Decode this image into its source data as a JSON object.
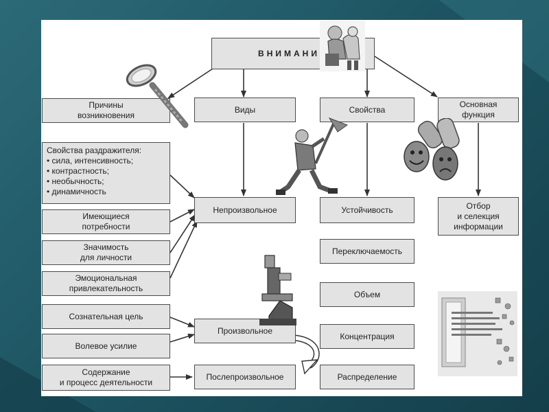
{
  "title": "ВНИМАНИЕ",
  "categories": {
    "causes": "Причины\nвозникновения",
    "types": "Виды",
    "properties": "Свойства",
    "function": "Основная\nфункция"
  },
  "causes": {
    "stimulus_heading": "Свойства раздражителя:",
    "stimulus_items": [
      "•  сила, интенсивность;",
      "•  контрастность;",
      "•  необычность;",
      "•  динамичность"
    ],
    "needs": "Имеющиеся\nпотребности",
    "significance": "Значимость\nдля личности",
    "emotional": "Эмоциональная\nпривлекательность",
    "conscious_goal": "Сознательная цель",
    "volitional_effort": "Волевое усилие",
    "content_process": "Содержание\nи процесс деятельности"
  },
  "types": {
    "involuntary": "Непроизвольное",
    "voluntary": "Произвольное",
    "post_voluntary": "Послепроизвольное"
  },
  "properties": {
    "stability": "Устойчивость",
    "switchability": "Переключаемость",
    "volume": "Объем",
    "concentration": "Концентрация",
    "distribution": "Распределение"
  },
  "function": {
    "selection": "Отбор\nи селекция\nинформации"
  },
  "colors": {
    "box_fill": "#e3e3e3",
    "box_border": "#4a4a4a",
    "slide_background": "#ffffff",
    "frame_background": "#1e5563"
  },
  "icons": [
    "magnifier-icon",
    "thinker-figure-icon",
    "running-man-icon",
    "theatre-masks-icon",
    "microscope-icon",
    "information-flow-icon"
  ]
}
